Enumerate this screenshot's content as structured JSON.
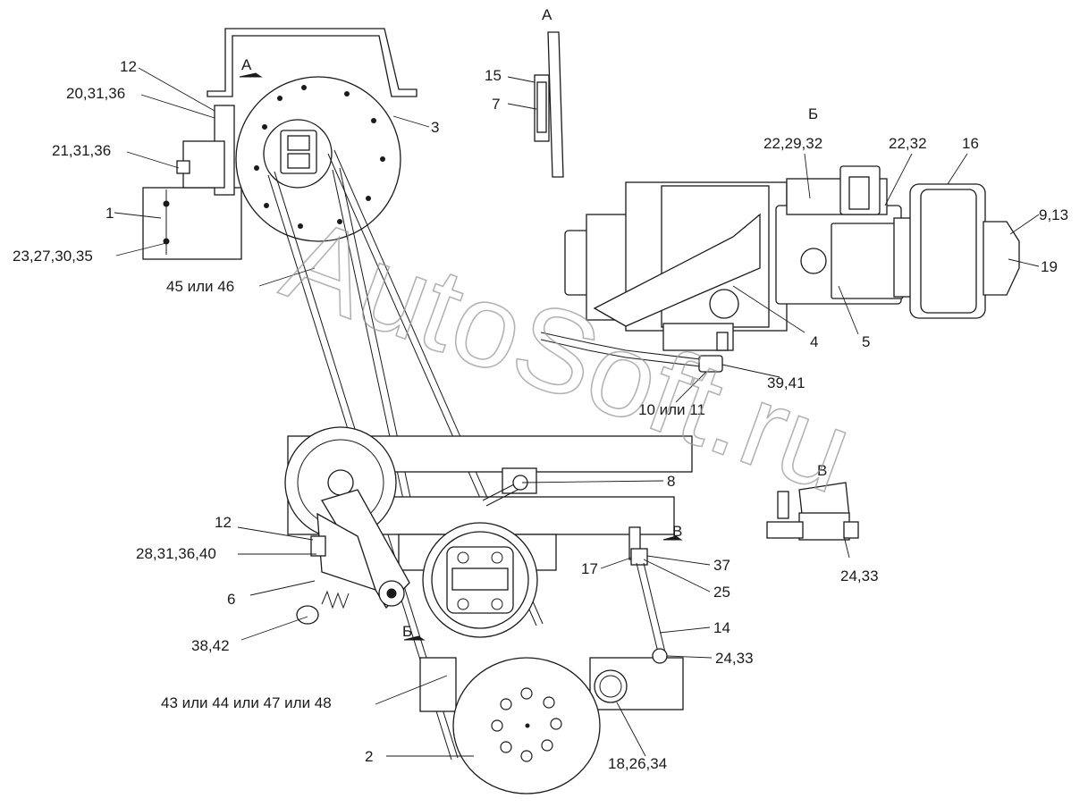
{
  "watermark": "AutoSoft.ru",
  "view_marks": {
    "a_top": "А",
    "a_arrow": "А",
    "b_top": "Б",
    "b_arrow": "Б",
    "v_top": "В",
    "v_arrow": "В"
  },
  "callouts": {
    "c12a": "12",
    "c20_31_36": "20,31,36",
    "c21_31_36": "21,31,36",
    "c1": "1",
    "c23_27_30_35": "23,27,30,35",
    "c45_46": "45 или 46",
    "c3": "3",
    "c15": "15",
    "c7": "7",
    "c22_29_32": "22,29,32",
    "c22_32": "22,32",
    "c16": "16",
    "c9_13": "9,13",
    "c19": "19",
    "c4": "4",
    "c5": "5",
    "c39_41": "39,41",
    "c10_11": "10 или 11",
    "c8": "8",
    "c12b": "12",
    "c28_31_36_40": "28,31,36,40",
    "c6": "6",
    "c38_42": "38,42",
    "c17": "17",
    "c37": "37",
    "c25": "25",
    "c14": "14",
    "c24_33a": "24,33",
    "c24_33b": "24,33",
    "c43_44_47_48": "43 или 44 или 47 или 48",
    "c2": "2",
    "c18_26_34": "18,26,34"
  }
}
